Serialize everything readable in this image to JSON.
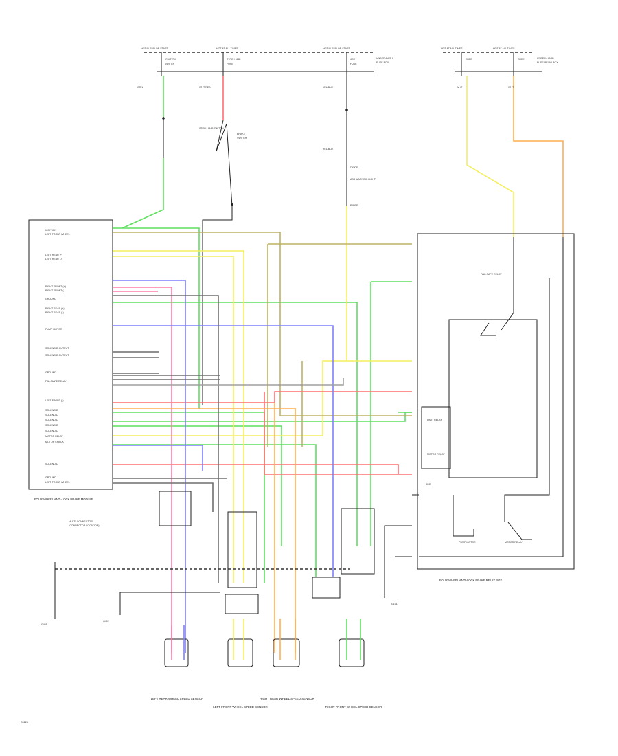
{
  "diagram": {
    "top_fuse_labels": [
      "HOT IN RUN OR START",
      "HOT AT ALL TIMES",
      "HOT IN RUN OR START"
    ],
    "top_right_fuse_labels": [
      "HOT AT ALL TIMES",
      "HOT AT ALL TIMES"
    ],
    "module_caption": "FOUR-WHEEL ANTI-LOCK BRAKE MODULE",
    "relay_caption": "FOUR-WHEEL ANTI-LOCK BRAKE RELAY BOX",
    "relay_box_labels": [
      "LIMIT RELAY",
      "MOTOR RELAY",
      "FAIL-SAFE RELAY",
      "PUMP MOTOR",
      "MOTOR RELAY",
      "ABS"
    ],
    "sensor_captions": [
      "LEFT REAR WHEEL SPEED SENSOR",
      "LEFT FRONT WHEEL SPEED SENSOR",
      "RIGHT REAR WHEEL SPEED SENSOR",
      "RIGHT FRONT WHEEL SPEED SENSOR"
    ],
    "page_number": "G0224",
    "colors": {
      "green": "#5fdf5f",
      "red": "#ff6f6f",
      "pink": "#ff7fa6",
      "yellow": "#f4ef5f",
      "orange": "#ffae4f",
      "blue": "#7f7fff",
      "gray": "#6f6f6f",
      "olive": "#bdb264",
      "black": "#222222"
    }
  }
}
